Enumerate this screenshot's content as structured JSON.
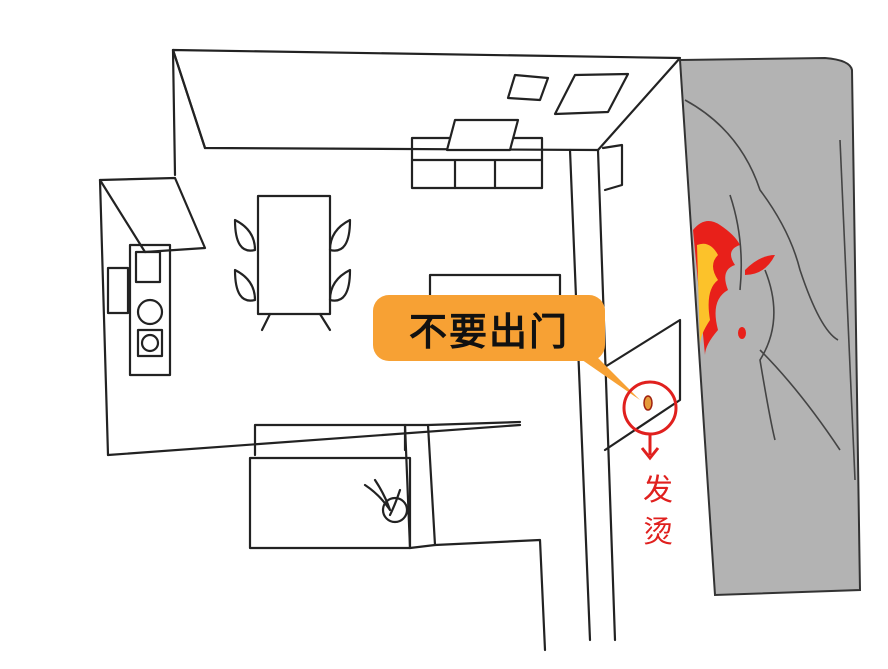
{
  "illustration": {
    "speech_bubble": {
      "text": "不要出门",
      "color": "#f7a134",
      "text_color": "#111111"
    },
    "warning_label": {
      "text_line1": "发",
      "text_line2": "烫",
      "color": "#e0201e"
    },
    "door_handle_marker": {
      "icon": "red-circle-highlight",
      "color": "#e0201e"
    },
    "hallway": {
      "fill": "#b3b3b3",
      "flame_colors": [
        "#e8201a",
        "#fcc22a"
      ]
    }
  }
}
